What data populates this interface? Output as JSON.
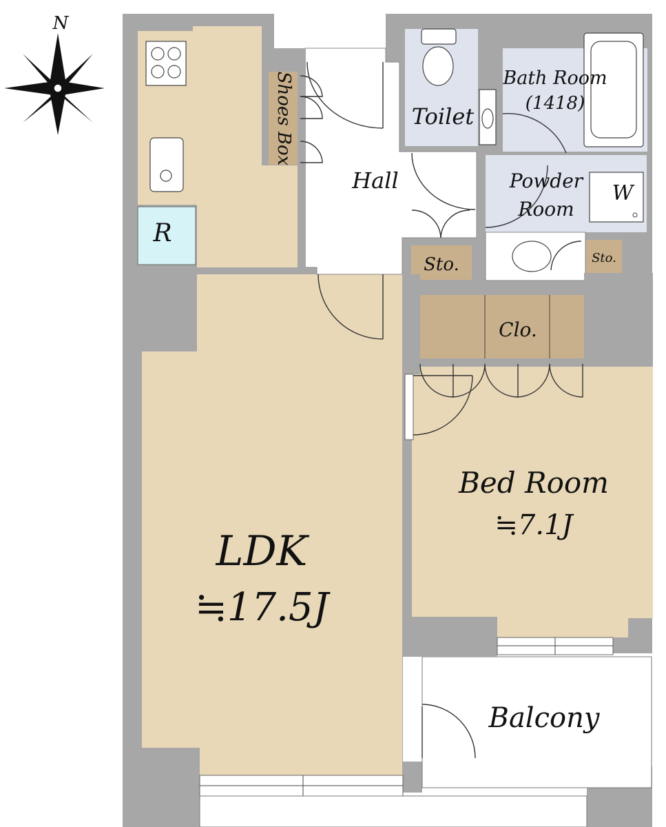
{
  "compass": {
    "north_label": "N"
  },
  "rooms": {
    "ldk": {
      "name": "LDK",
      "area": "≒17.5J"
    },
    "bedroom": {
      "name": "Bed Room",
      "area": "≒7.1J"
    },
    "balcony": {
      "name": "Balcony"
    },
    "hall": {
      "name": "Hall"
    },
    "toilet": {
      "name": "Toilet"
    },
    "bathroom": {
      "name": "Bath Room",
      "size": "(1418)"
    },
    "powder_room": {
      "name_line1": "Powder",
      "name_line2": "Room"
    },
    "washer": {
      "label": "W"
    },
    "refrigerator": {
      "label": "R"
    },
    "shoes_box": {
      "name": "Shoes Box"
    },
    "storage_hall": {
      "name": "Sto."
    },
    "storage_powder": {
      "name": "Sto."
    },
    "closet": {
      "name": "Clo."
    }
  },
  "colors": {
    "wall": "#a7a7a7",
    "floor_wood": "#e8d8b7",
    "storage": "#c9b08c",
    "wet_area": "#dfe3ee",
    "refrigerator": "#d6f3f7"
  }
}
